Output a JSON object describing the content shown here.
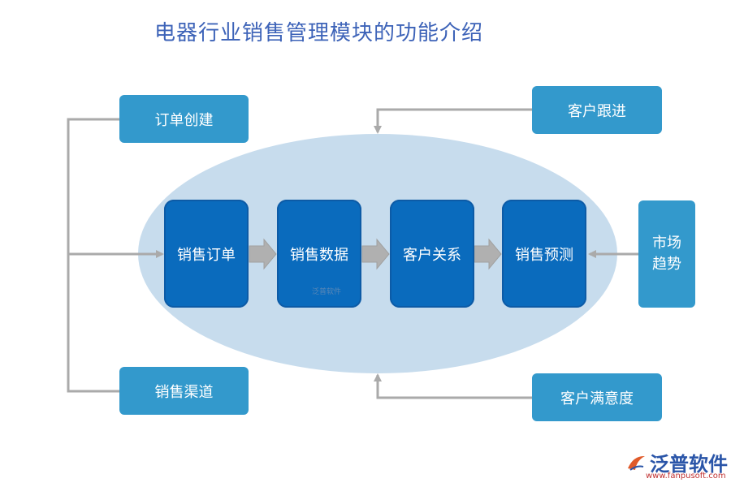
{
  "title": "电器行业销售管理模块的功能介绍",
  "inputs_left": [
    "订单创建",
    "销售渠道"
  ],
  "inputs_right": [
    "客户跟进",
    "客户满意度"
  ],
  "side_right": [
    "市场",
    "趋势"
  ],
  "core_flow": [
    "销售订单",
    "销售数据",
    "客户关系",
    "销售预测"
  ],
  "watermark": "泛普软件",
  "brand": {
    "name": "泛普软件",
    "url": "www.fanpusoft.com"
  },
  "colors": {
    "title": "#3d63b8",
    "outer_box": "#3399cc",
    "inner_box": "#0a6bbd",
    "ellipse": "#c7dced",
    "connector": "#aaaaaa"
  },
  "icons": [
    "flow-arrow-icon",
    "brand-logo-icon"
  ]
}
